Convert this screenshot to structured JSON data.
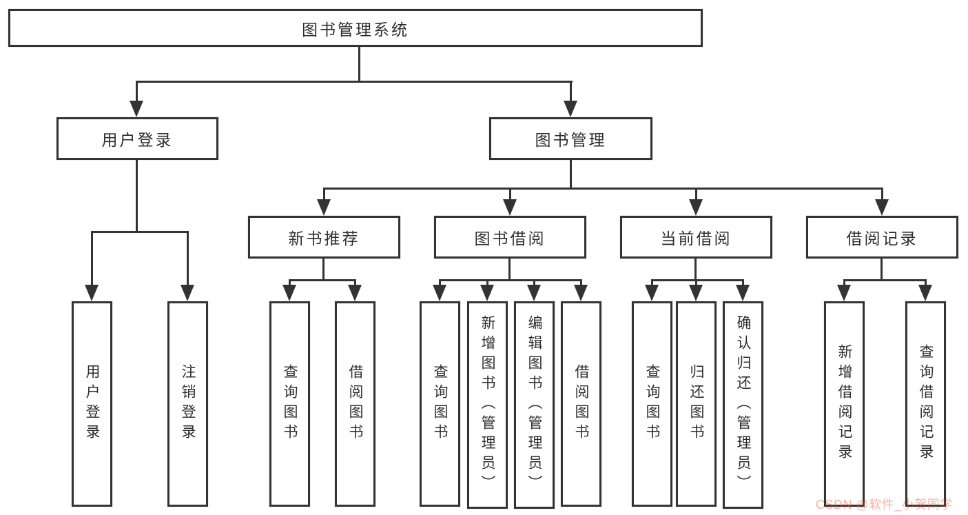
{
  "diagram": {
    "root": {
      "label": "图书管理系统"
    },
    "level2": [
      {
        "label": "用户登录"
      },
      {
        "label": "图书管理"
      }
    ],
    "level3": [
      {
        "label": "新书推荐"
      },
      {
        "label": "图书借阅"
      },
      {
        "label": "当前借阅"
      },
      {
        "label": "借阅记录"
      }
    ],
    "leaves": [
      {
        "label": "用户登录"
      },
      {
        "label": "注销登录"
      },
      {
        "label": "查询图书"
      },
      {
        "label": "借阅图书"
      },
      {
        "label": "查询图书"
      },
      {
        "label": "新增图书（管理员）"
      },
      {
        "label": "编辑图书（管理员）"
      },
      {
        "label": "借阅图书"
      },
      {
        "label": "查询图书"
      },
      {
        "label": "归还图书"
      },
      {
        "label": "确认归还（管理员）"
      },
      {
        "label": "新增借阅记录"
      },
      {
        "label": "查询借阅记录"
      }
    ]
  },
  "colors": {
    "line": "#333333",
    "background": "#ffffff",
    "watermark": "rgba(252,85,49,0.45)"
  },
  "watermark": {
    "text": "CSDN @软件_小贺同学"
  }
}
